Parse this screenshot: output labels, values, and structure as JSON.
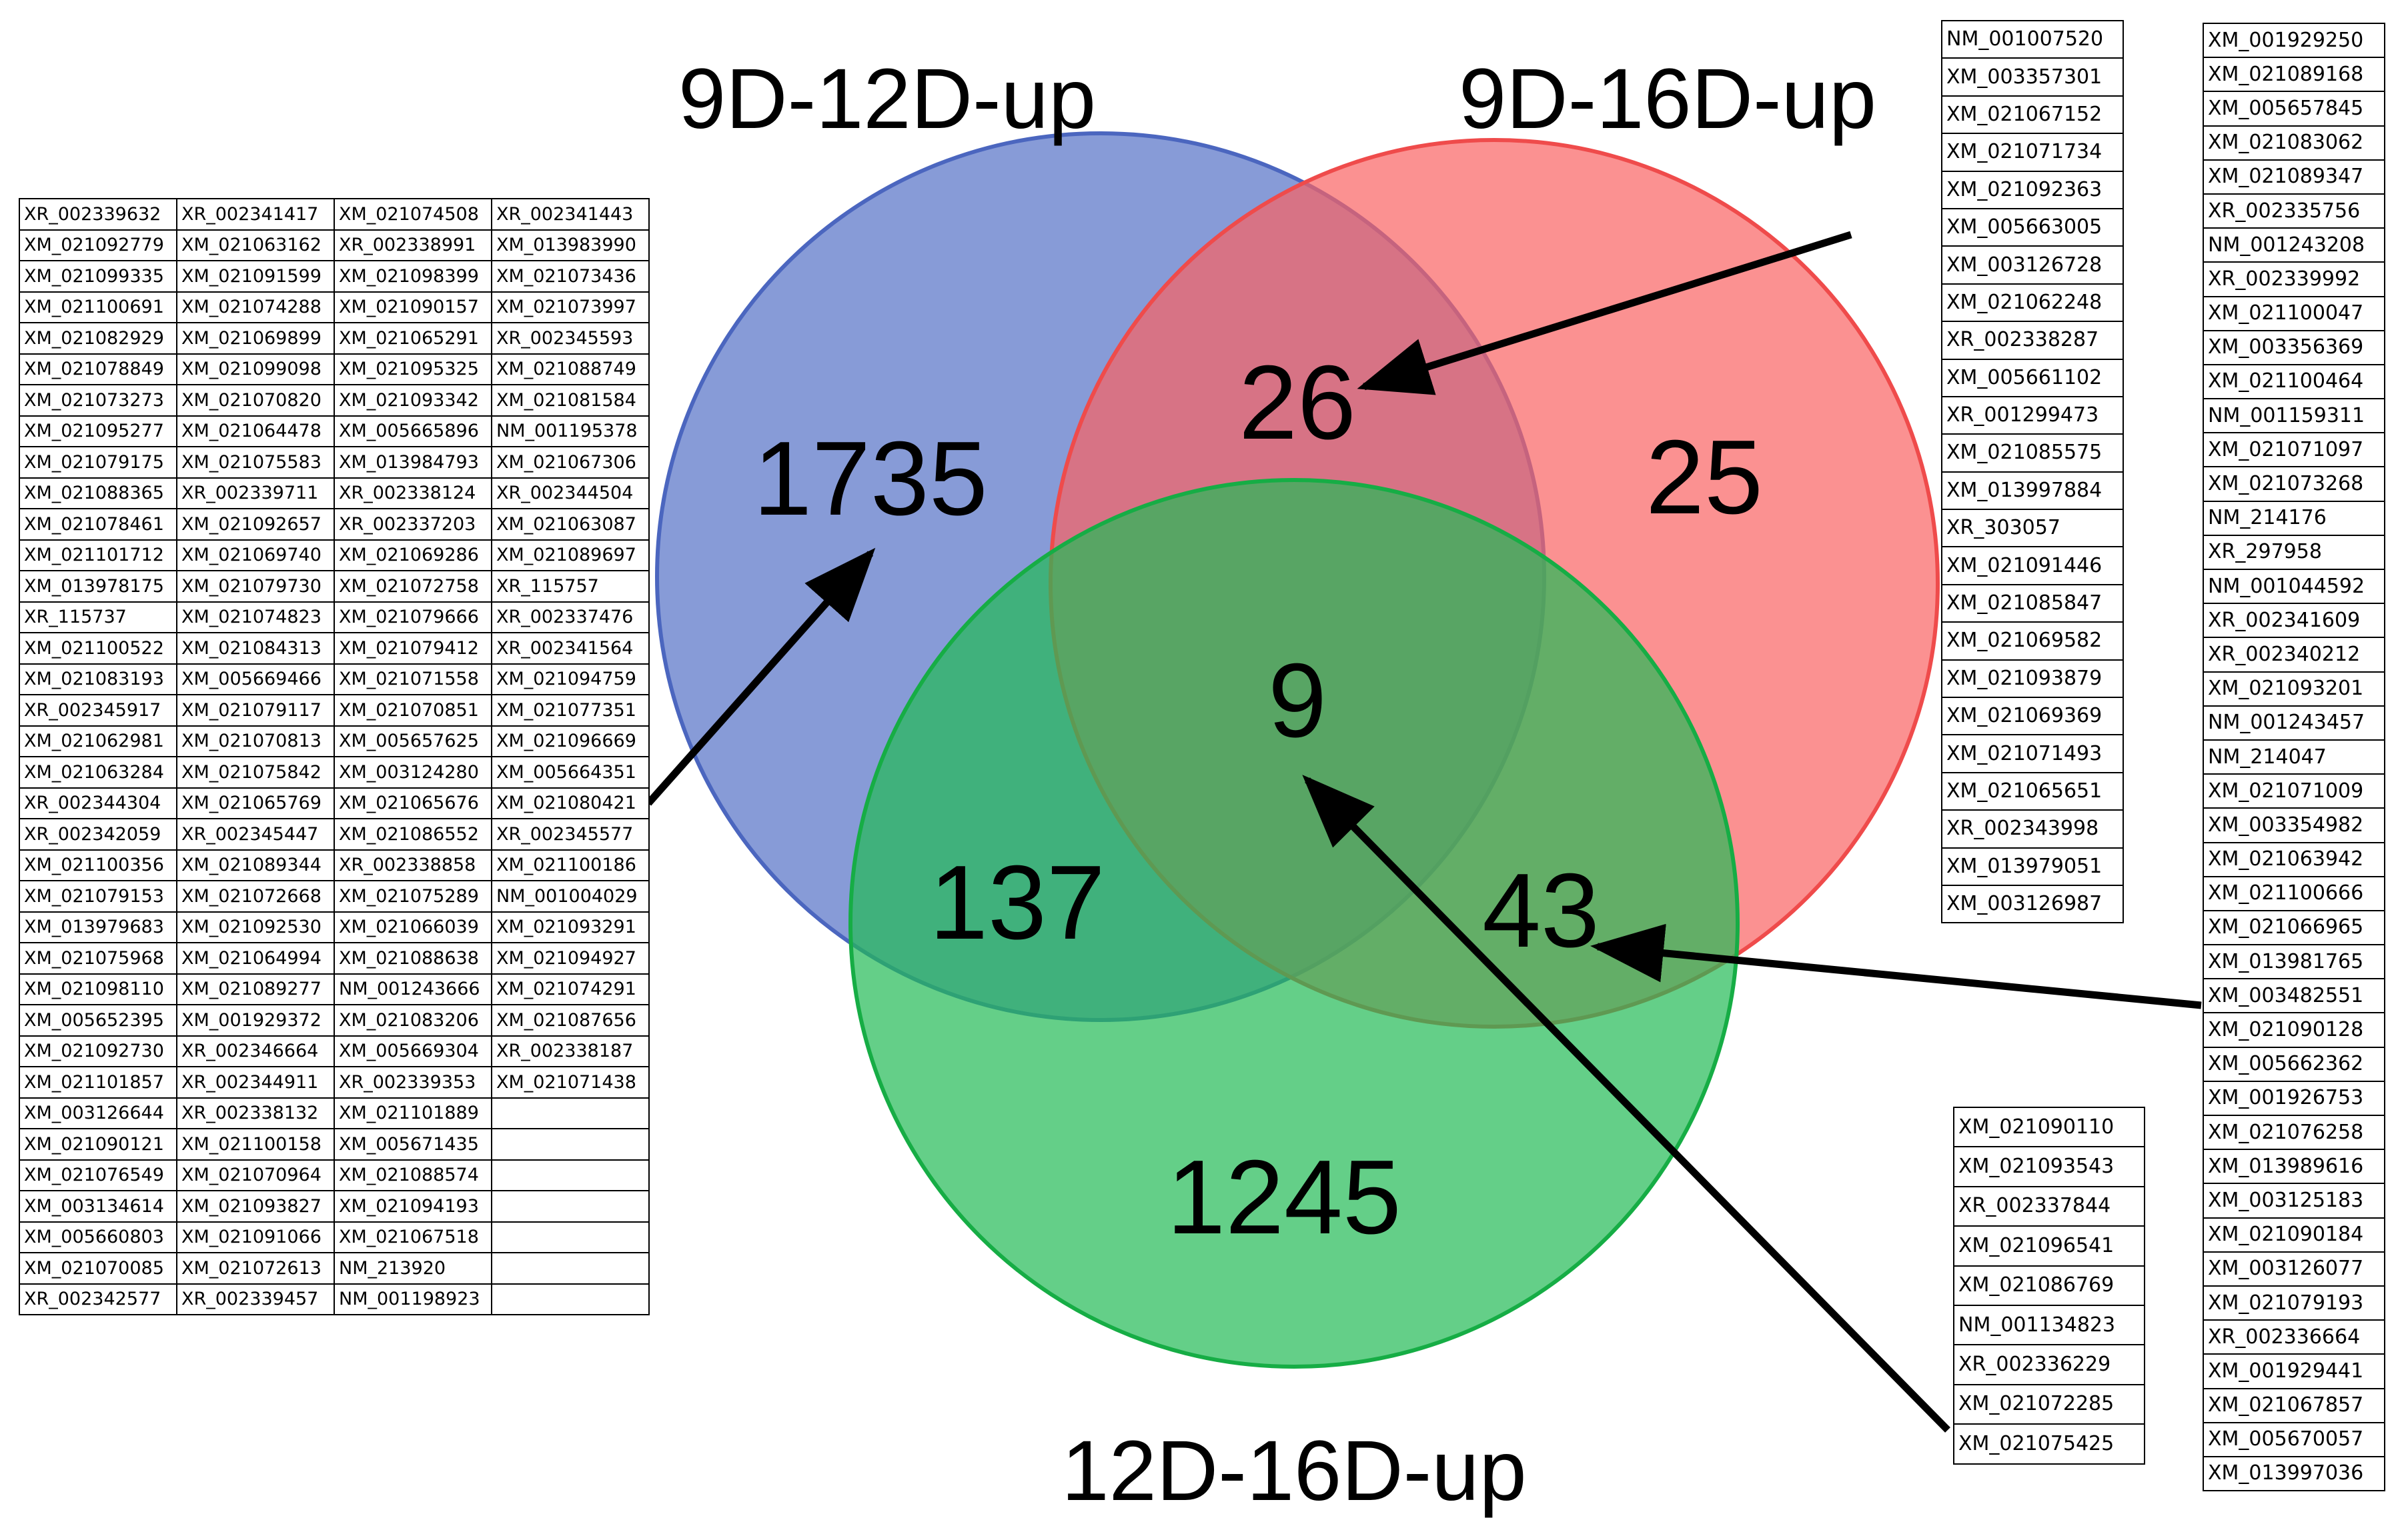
{
  "diagram": {
    "type": "venn",
    "sets": [
      {
        "label": "9D-12D-up",
        "color": "#5470c6"
      },
      {
        "label": "9D-16D-up",
        "color": "#fa6262"
      },
      {
        "label": "12D-16D-up",
        "color": "#22bb55"
      }
    ],
    "regions": {
      "only_9D-12D-up": "1735",
      "only_9D-16D-up": "25",
      "only_12D-16D-up": "1245",
      "9D-12D-up_and_9D-16D-up": "26",
      "9D-12D-up_and_12D-16D-up": "137",
      "9D-16D-up_and_12D-16D-up": "43",
      "all_three": "9"
    }
  },
  "tables": {
    "left_1735": [
      [
        "XR_002339632",
        "XR_002341417",
        "XM_021074508",
        "XR_002341443"
      ],
      [
        "XM_021092779",
        "XM_021063162",
        "XR_002338991",
        "XM_013983990"
      ],
      [
        "XM_021099335",
        "XM_021091599",
        "XM_021098399",
        "XM_021073436"
      ],
      [
        "XM_021100691",
        "XM_021074288",
        "XM_021090157",
        "XM_021073997"
      ],
      [
        "XM_021082929",
        "XM_021069899",
        "XM_021065291",
        "XR_002345593"
      ],
      [
        "XM_021078849",
        "XM_021099098",
        "XM_021095325",
        "XM_021088749"
      ],
      [
        "XM_021073273",
        "XM_021070820",
        "XM_021093342",
        "XM_021081584"
      ],
      [
        "XM_021095277",
        "XM_021064478",
        "XM_005665896",
        "NM_001195378"
      ],
      [
        "XM_021079175",
        "XM_021075583",
        "XM_013984793",
        "XM_021067306"
      ],
      [
        "XM_021088365",
        "XR_002339711",
        "XR_002338124",
        "XR_002344504"
      ],
      [
        "XM_021078461",
        "XM_021092657",
        "XR_002337203",
        "XM_021063087"
      ],
      [
        "XM_021101712",
        "XM_021069740",
        "XM_021069286",
        "XM_021089697"
      ],
      [
        "XM_013978175",
        "XM_021079730",
        "XM_021072758",
        "XR_115757"
      ],
      [
        "XR_115737",
        "XM_021074823",
        "XM_021079666",
        "XR_002337476"
      ],
      [
        "XM_021100522",
        "XM_021084313",
        "XM_021079412",
        "XR_002341564"
      ],
      [
        "XM_021083193",
        "XM_005669466",
        "XM_021071558",
        "XM_021094759"
      ],
      [
        "XR_002345917",
        "XM_021079117",
        "XM_021070851",
        "XM_021077351"
      ],
      [
        "XM_021062981",
        "XM_021070813",
        "XM_005657625",
        "XM_021096669"
      ],
      [
        "XM_021063284",
        "XM_021075842",
        "XM_003124280",
        "XM_005664351"
      ],
      [
        "XR_002344304",
        "XM_021065769",
        "XM_021065676",
        "XM_021080421"
      ],
      [
        "XR_002342059",
        "XR_002345447",
        "XM_021086552",
        "XR_002345577"
      ],
      [
        "XM_021100356",
        "XM_021089344",
        "XR_002338858",
        "XM_021100186"
      ],
      [
        "XM_021079153",
        "XM_021072668",
        "XM_021075289",
        "NM_001004029"
      ],
      [
        "XM_013979683",
        "XM_021092530",
        "XM_021066039",
        "XM_021093291"
      ],
      [
        "XM_021075968",
        "XM_021064994",
        "XM_021088638",
        "XM_021094927"
      ],
      [
        "XM_021098110",
        "XM_021089277",
        "NM_001243666",
        "XM_021074291"
      ],
      [
        "XM_005652395",
        "XM_001929372",
        "XM_021083206",
        "XM_021087656"
      ],
      [
        "XM_021092730",
        "XR_002346664",
        "XM_005669304",
        "XR_002338187"
      ],
      [
        "XM_021101857",
        "XR_002344911",
        "XR_002339353",
        "XM_021071438"
      ],
      [
        "XM_003126644",
        "XR_002338132",
        "XM_021101889",
        ""
      ],
      [
        "XM_021090121",
        "XM_021100158",
        "XM_005671435",
        ""
      ],
      [
        "XM_021076549",
        "XM_021070964",
        "XM_021088574",
        ""
      ],
      [
        "XM_003134614",
        "XM_021093827",
        "XM_021094193",
        ""
      ],
      [
        "XM_005660803",
        "XM_021091066",
        "XM_021067518",
        ""
      ],
      [
        "XM_021070085",
        "XM_021072613",
        "NM_213920",
        ""
      ],
      [
        "XR_002342577",
        "XR_002339457",
        "NM_001198923",
        ""
      ]
    ],
    "right_26": [
      "NM_001007520",
      "XM_003357301",
      "XM_021067152",
      "XM_021071734",
      "XM_021092363",
      "XM_005663005",
      "XM_003126728",
      "XM_021062248",
      "XR_002338287",
      "XM_005661102",
      "XR_001299473",
      "XM_021085575",
      "XM_013997884",
      "XR_303057",
      "XM_021091446",
      "XM_021085847",
      "XM_021069582",
      "XM_021093879",
      "XM_021069369",
      "XM_021071493",
      "XM_021065651",
      "XR_002343998",
      "XM_013979051",
      "XM_003126987"
    ],
    "right_43": [
      "XM_001929250",
      "XM_021089168",
      "XM_005657845",
      "XM_021083062",
      "XM_021089347",
      "XR_002335756",
      "NM_001243208",
      "XR_002339992",
      "XM_021100047",
      "XM_003356369",
      "XM_021100464",
      "NM_001159311",
      "XM_021071097",
      "XM_021073268",
      "NM_214176",
      "XR_297958",
      "NM_001044592",
      "XR_002341609",
      "XR_002340212",
      "XM_021093201",
      "NM_001243457",
      "NM_214047",
      "XM_021071009",
      "XM_003354982",
      "XM_021063942",
      "XM_021100666",
      "XM_021066965",
      "XM_013981765",
      "XM_003482551",
      "XM_021090128",
      "XM_005662362",
      "XM_001926753",
      "XM_021076258",
      "XM_013989616",
      "XM_003125183",
      "XM_021090184",
      "XM_003126077",
      "XM_021079193",
      "XR_002336664",
      "XM_001929441",
      "XM_021067857",
      "XM_005670057",
      "XM_013997036"
    ],
    "bottom_9": [
      "XM_021090110",
      "XM_021093543",
      "XR_002337844",
      "XM_021096541",
      "XM_021086769",
      "NM_001134823",
      "XR_002336229",
      "XM_021072285",
      "XM_021075425"
    ]
  }
}
